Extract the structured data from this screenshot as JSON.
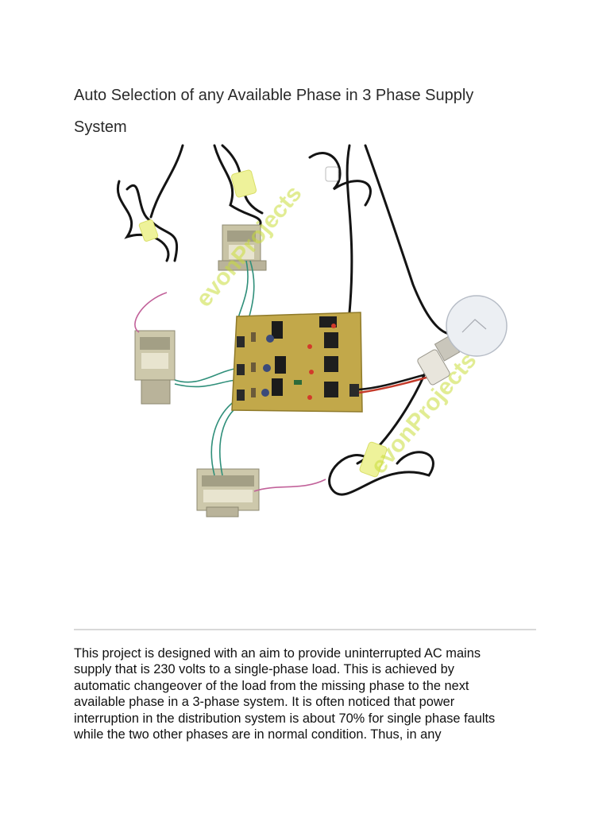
{
  "document": {
    "title": "Auto Selection of any Available Phase in 3 Phase Supply System",
    "image": {
      "watermark_text": "evonProjects",
      "accent_color": "#c8dd3a"
    },
    "body_lines": [
      "This project is designed with an aim to provide uninterrupted AC mains",
      "supply that is 230 volts to a single-phase load. This is achieved by",
      "automatic changeover of the load from the missing phase to the next",
      "available phase in a 3-phase system. It is often noticed that power",
      "interruption in the distribution system is about 70% for single phase faults",
      "while the two other phases are in normal condition. Thus, in any"
    ]
  }
}
